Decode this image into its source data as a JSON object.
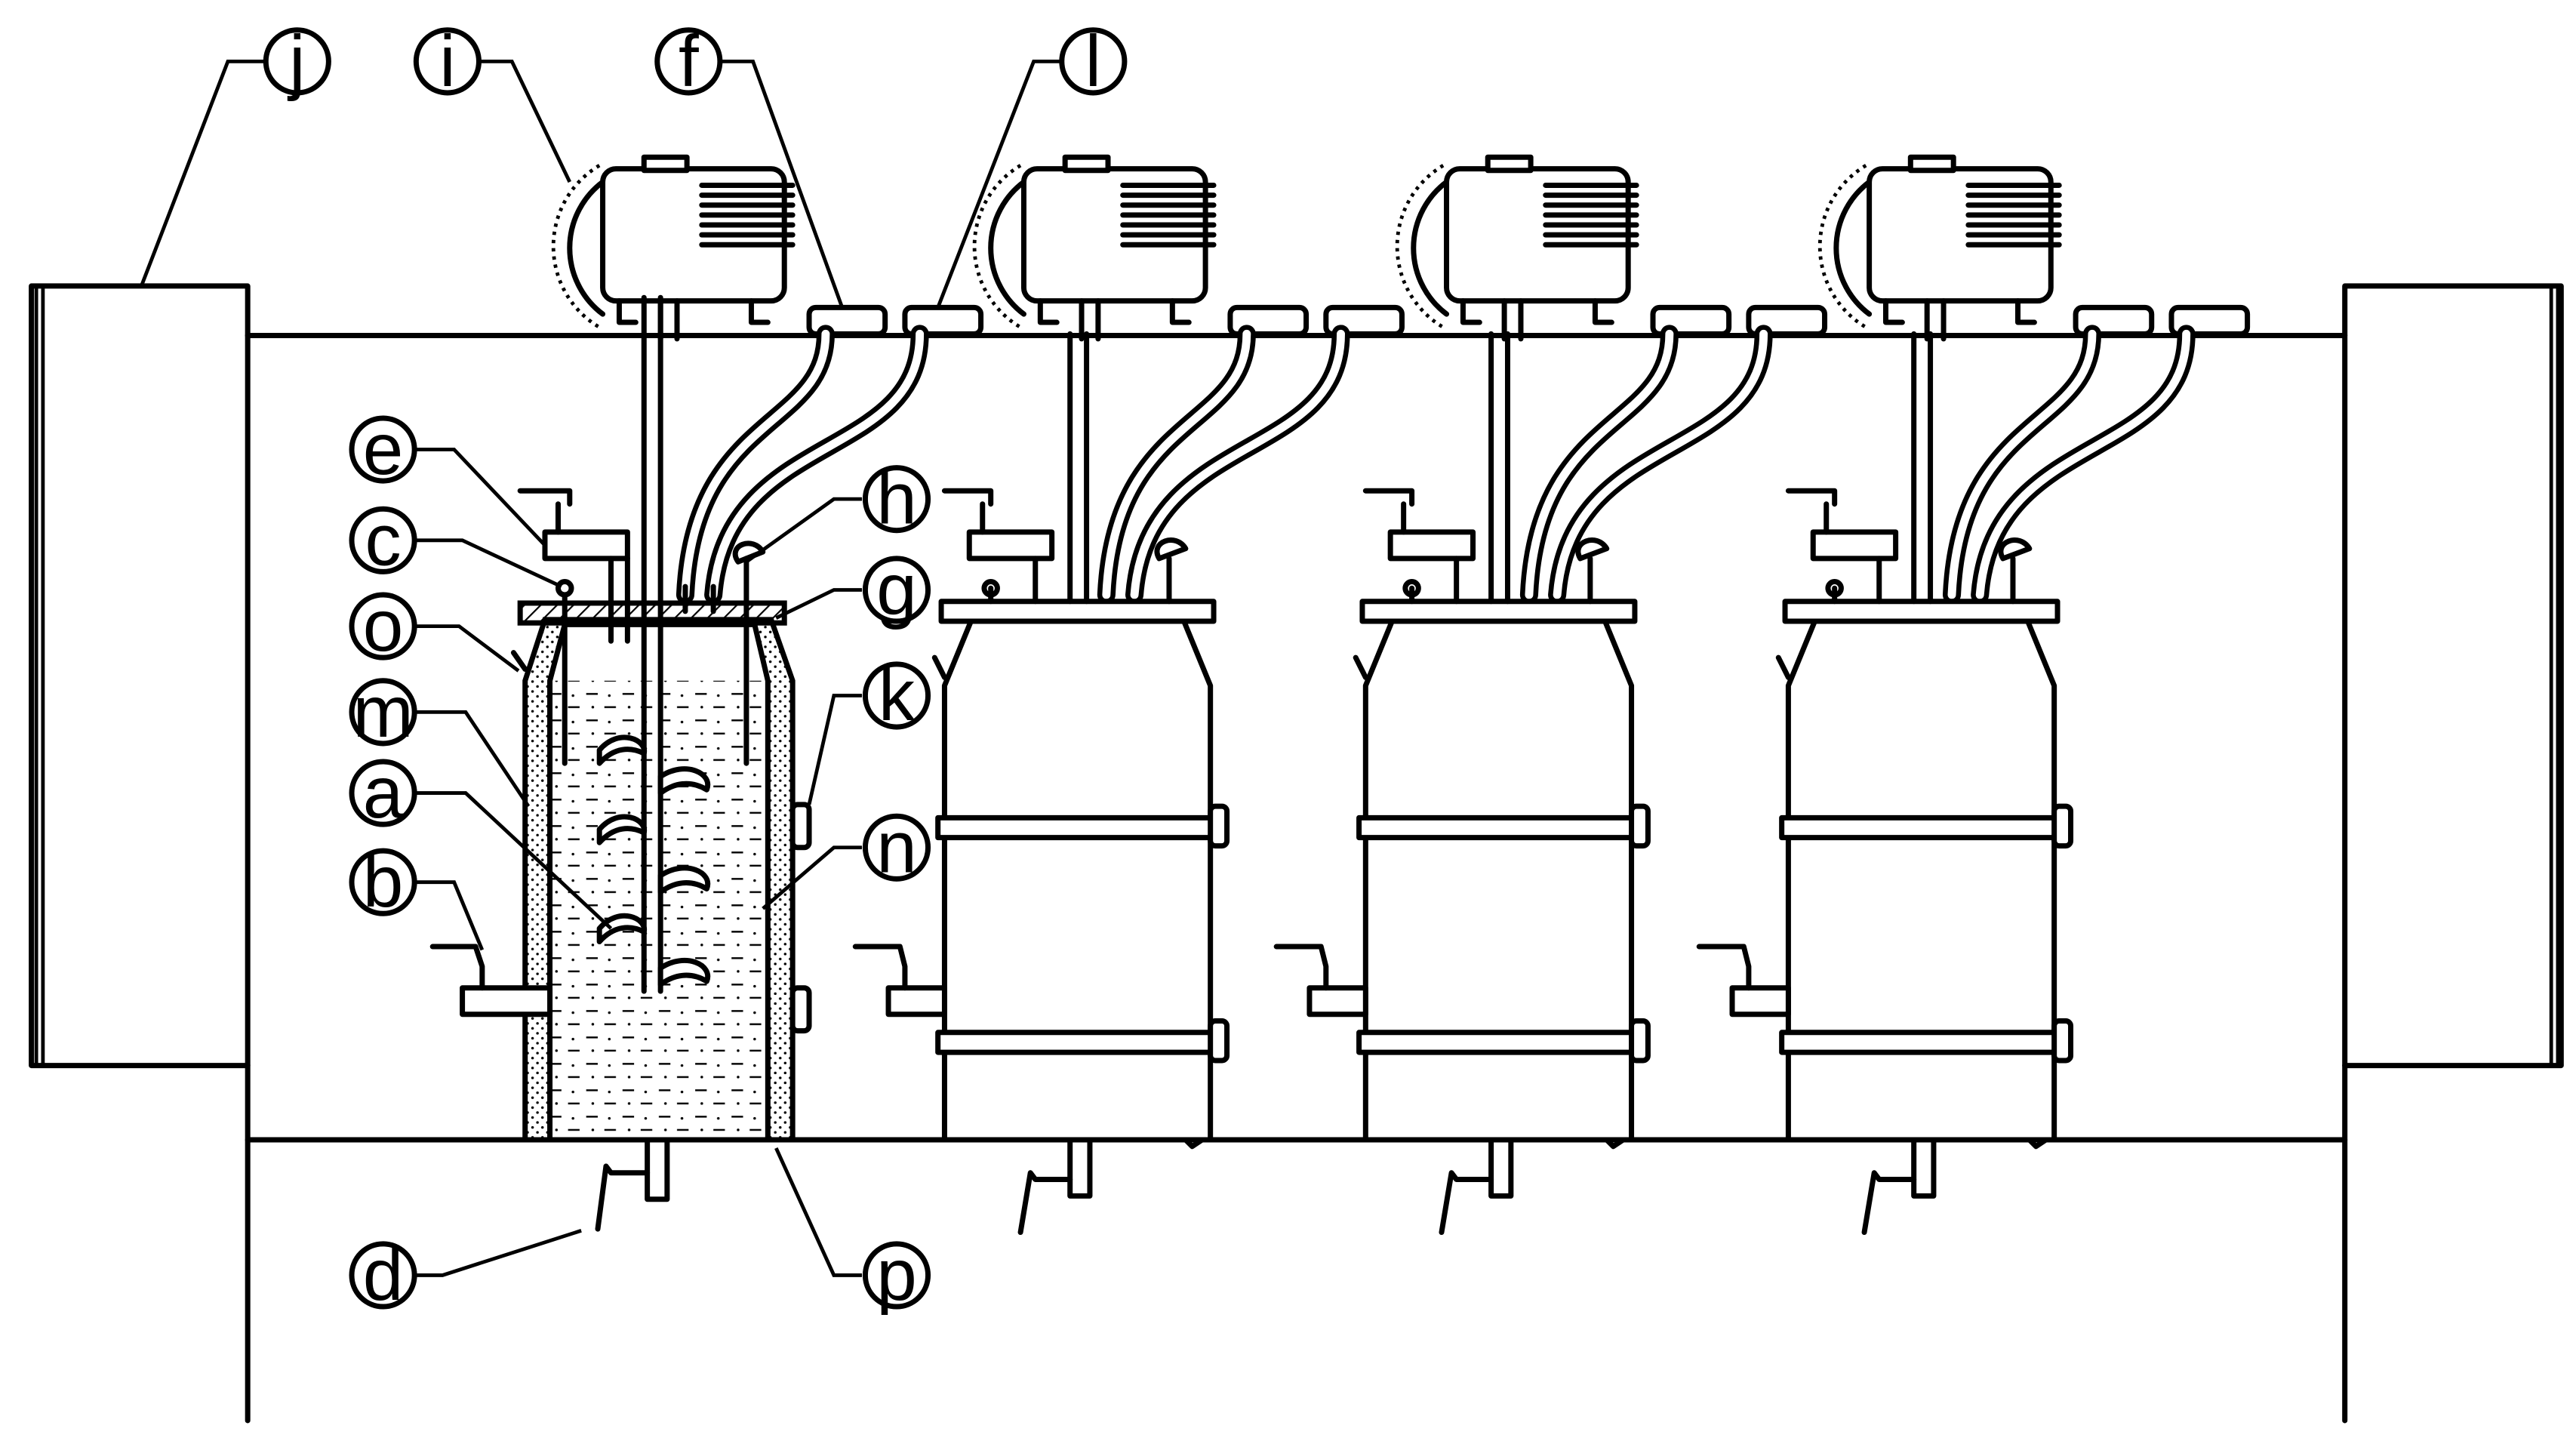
{
  "diagram": {
    "labels": {
      "a": "a",
      "b": "b",
      "c": "c",
      "d": "d",
      "e": "e",
      "f": "f",
      "g": "g",
      "h": "h",
      "i": "i",
      "j": "j",
      "k": "k",
      "l": "l",
      "m": "m",
      "n": "n",
      "o": "o",
      "p": "p"
    },
    "reactor_count": 4,
    "colors": {
      "line": "#000000",
      "background": "#ffffff"
    }
  }
}
